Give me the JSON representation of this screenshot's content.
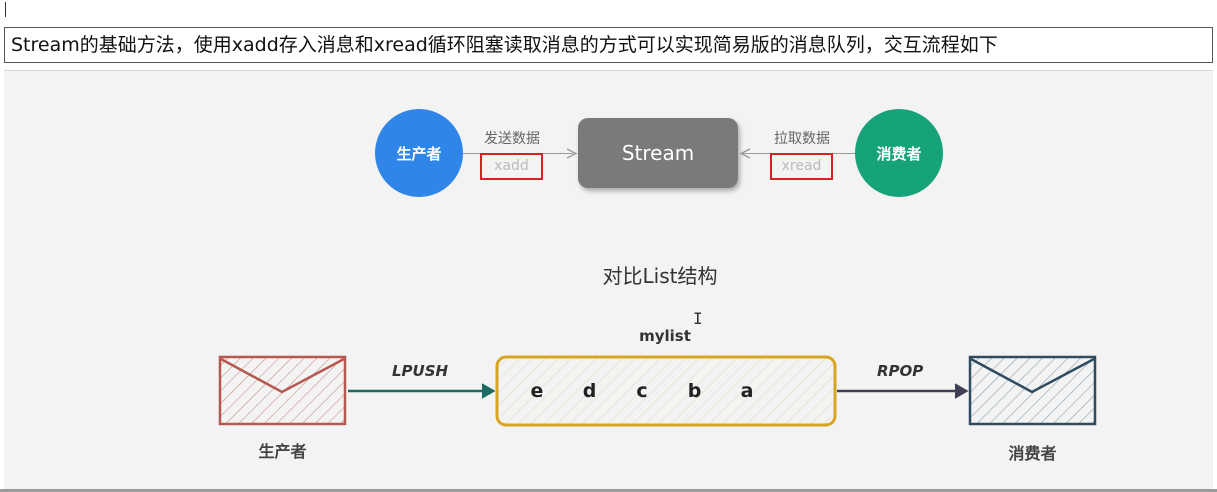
{
  "intro_text": "Stream的基础方法，使用xadd存入消息和xread循环阻塞读取消息的方式可以实现简易版的消息队列，交互流程如下",
  "top_diagram": {
    "producer": "生产者",
    "consumer": "消费者",
    "stream": "Stream",
    "send_label": "发送数据",
    "send_cmd": "xadd",
    "pull_label": "拉取数据",
    "pull_cmd": "xread"
  },
  "compare_title": "对比List结构",
  "list_diagram": {
    "list_name": "mylist",
    "push_label": "LPUSH",
    "pop_label": "RPOP",
    "items": [
      "e",
      "d",
      "c",
      "b",
      "a"
    ],
    "producer": "生产者",
    "consumer": "消费者"
  },
  "colors": {
    "producer_blue": "#2f86e8",
    "consumer_green": "#16a37a",
    "stream_gray": "#7a7a7a",
    "highlight_red": "#d42222",
    "envelope_red": "#b5584f",
    "envelope_navy": "#2e4b5f",
    "push_arrow_teal": "#1f6b62",
    "list_border_gold": "#d9a520"
  }
}
